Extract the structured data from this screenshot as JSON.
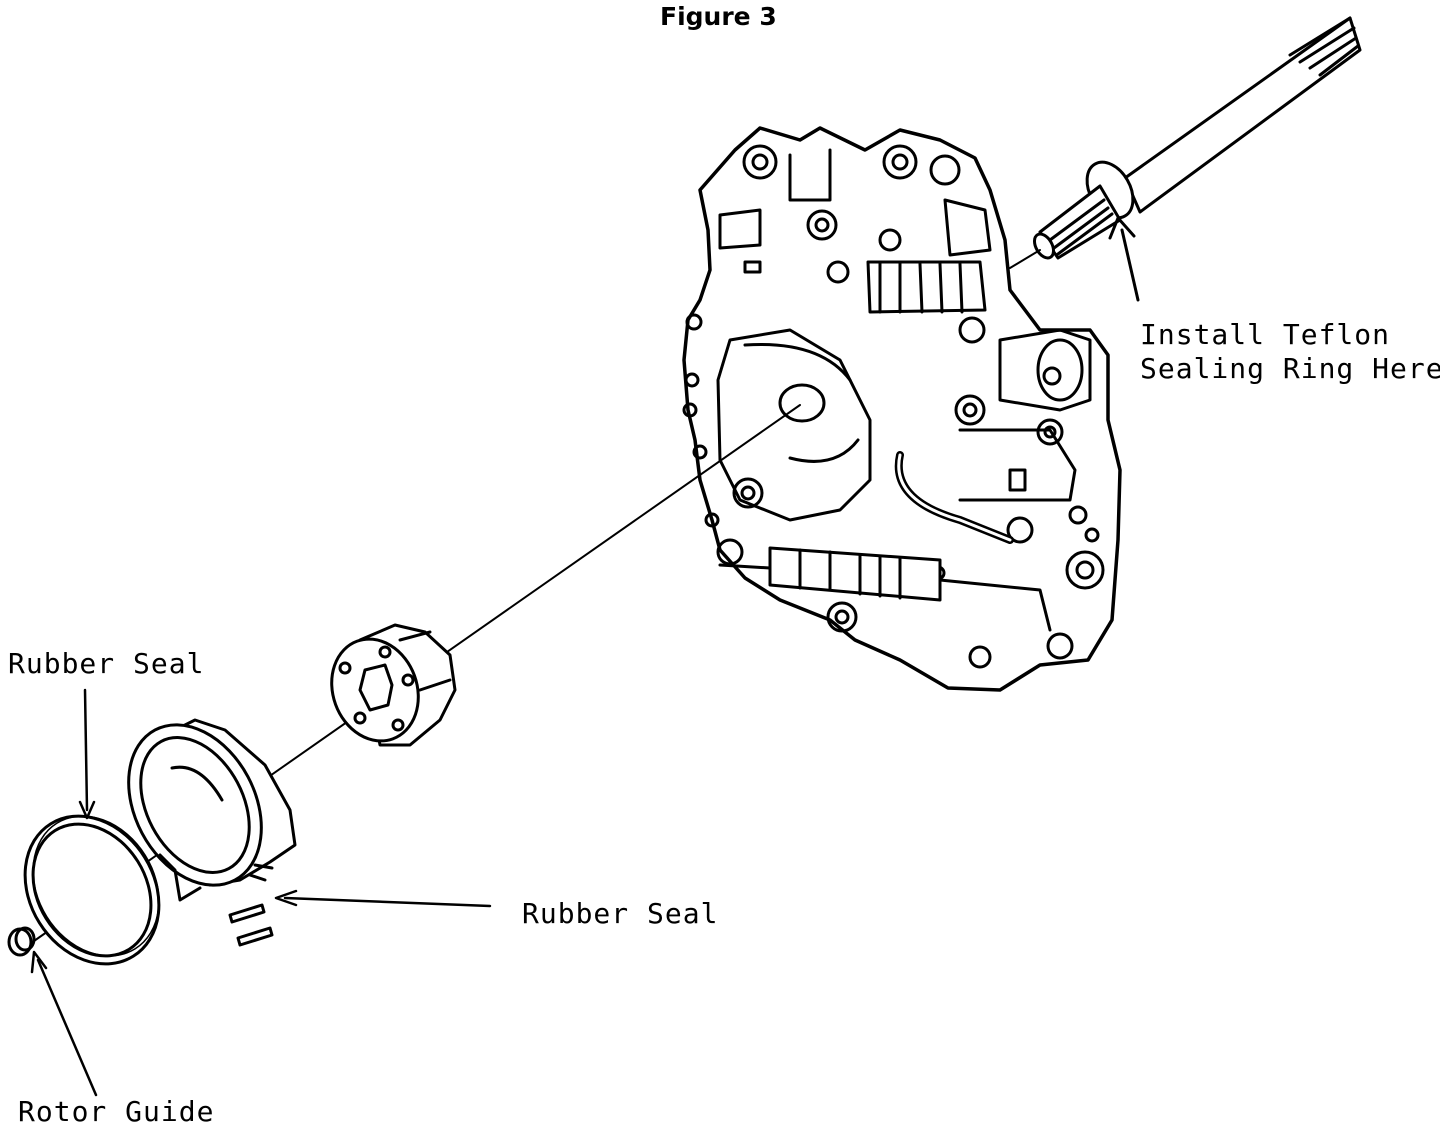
{
  "figure": {
    "title": "Figure 3",
    "labels": {
      "teflon_line1": "Install Teflon",
      "teflon_line2": "Sealing Ring Here",
      "rubber_seal_top": "Rubber Seal",
      "rubber_seal_mid": "Rubber Seal",
      "rotor_guide": "Rotor Guide"
    }
  }
}
